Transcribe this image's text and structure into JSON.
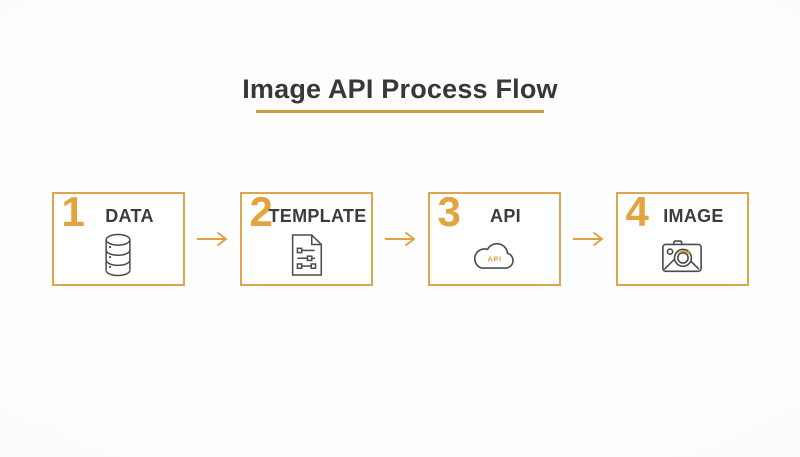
{
  "title": {
    "text": "Image API Process Flow"
  },
  "colors": {
    "accent_gold": "#e2a43f",
    "box_border_gold": "#dba64c",
    "underline_gold": "#c79c42",
    "title_text": "#383838",
    "label_text": "#3c3c3c",
    "icon_stroke": "#4c4c4c",
    "background": "#fcfcfb"
  },
  "steps": [
    {
      "number": "1",
      "label": "DATA",
      "icon": "database-icon"
    },
    {
      "number": "2",
      "label": "TEMPLATE",
      "icon": "template-document-icon"
    },
    {
      "number": "3",
      "label": "API",
      "icon": "cloud-icon",
      "icon_text": "API"
    },
    {
      "number": "4",
      "label": "IMAGE",
      "icon": "camera-icon"
    }
  ],
  "connector": {
    "type": "arrow-right"
  }
}
